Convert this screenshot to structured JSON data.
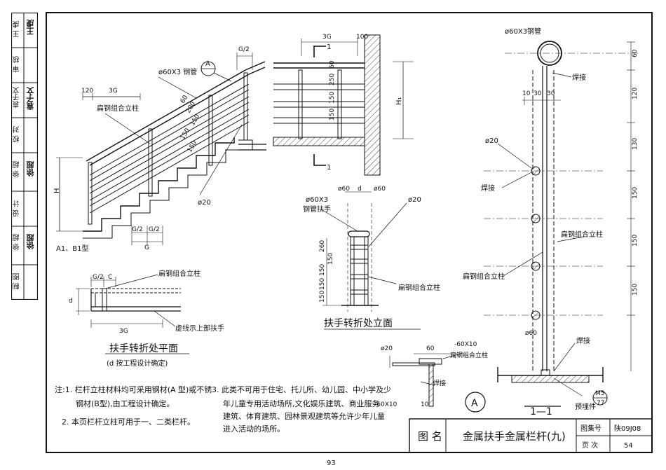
{
  "sidebar": {
    "rows": [
      {
        "role": "王 虔",
        "sig": "王虔"
      },
      {
        "role": "审 核",
        "sig": ""
      },
      {
        "role": "袁子文",
        "sig": "袁子文"
      },
      {
        "role": "校 对",
        "sig": ""
      },
      {
        "role": "徐 超",
        "sig": "徐超"
      },
      {
        "role": "设 计",
        "sig": ""
      },
      {
        "role": "徐 超",
        "sig": "徐超"
      },
      {
        "role": "制 图",
        "sig": ""
      }
    ]
  },
  "labels": {
    "pipe_top": "ø60X3 钢管",
    "weld": "焊接",
    "rod20": "ø20",
    "flat_post": "扁钢组合立柱",
    "section_mark": "A",
    "section_1": "1",
    "section_1_top": "1",
    "dim_120": "120",
    "dim_3g": "3G",
    "dim_g2": "G/2",
    "dim_g": "G",
    "dim_c": "C",
    "dim_d": "d",
    "dim_h": "H",
    "dim_h_small": "H₁",
    "dim_100": "100",
    "dim_60_pipe": "ø60",
    "type_label": "A1、B1型",
    "plan_title": "扶手转折处平面",
    "plan_subtitle": "(d 按工程设计确定)",
    "elev_title": "扶手转折处立面",
    "dashed_note": "虚线示上部扶手",
    "pipe_handrail": "ø60X3\n钢管扶手",
    "section_11": "1—1",
    "embedded": "预埋件",
    "plate": "-60X10",
    "plate2": "-60X10",
    "circle_ref": "M5",
    "circle_ref2": "77",
    "pipe_r_label": "ø60X3钢管",
    "dims_right": [
      "60",
      "120",
      "130",
      "150",
      "150",
      "150"
    ],
    "dims_top_r": [
      "10",
      "30",
      "30"
    ],
    "dims_elev": [
      "260",
      "150",
      "150",
      "150",
      "150"
    ],
    "dims_stair": [
      "60",
      "200",
      "150",
      "150",
      "150"
    ],
    "dims_side": [
      "150",
      "150",
      "250",
      "60"
    ]
  },
  "notes": {
    "n1_a": "注:1.  栏杆立柱材料均可采用钢材(A 型)或不锈",
    "n1_b": "钢材(B型),由工程设计确定。",
    "n2": "2.  本页栏杆立柱可用于一、二类栏杆。",
    "n3_a": "3.  此类不可用于住宅、托儿所、幼儿园、中小学及少",
    "n3_b": "年儿童专用活动场所,文化娱乐建筑、商业服务",
    "n3_c": "建筑、体育建筑、园林景观建筑等允许少年儿童",
    "n3_d": "进入活动的场所。"
  },
  "titleblock": {
    "label_name": "图 名",
    "name": "金属扶手金属栏杆(九)",
    "label_atlas": "图集号",
    "atlas": "陕09J08",
    "label_page": "页 次",
    "page": "54"
  },
  "page_number": "93"
}
